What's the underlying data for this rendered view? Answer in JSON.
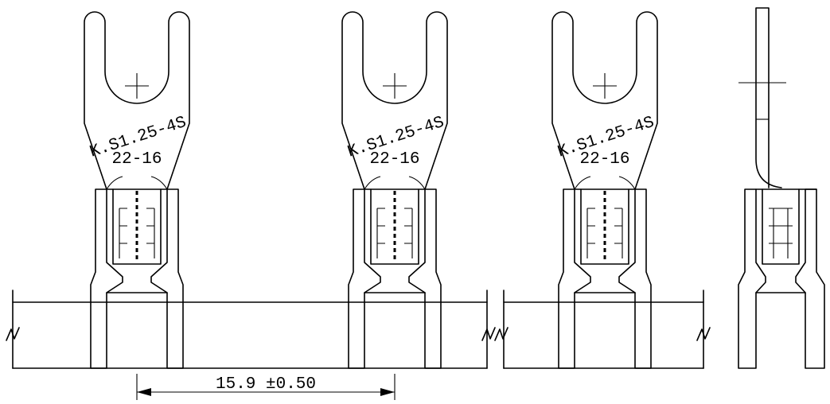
{
  "terminals": [
    {
      "marking": "K.S1.25-4S",
      "gauge": "22-16"
    },
    {
      "marking": "K.S1.25-4S",
      "gauge": "22-16"
    },
    {
      "marking": "K.S1.25-4S",
      "gauge": "22-16"
    }
  ],
  "dimension": {
    "label": "15.9 ±0.50"
  },
  "colors": {
    "line": "#000000",
    "background": "#ffffff"
  }
}
